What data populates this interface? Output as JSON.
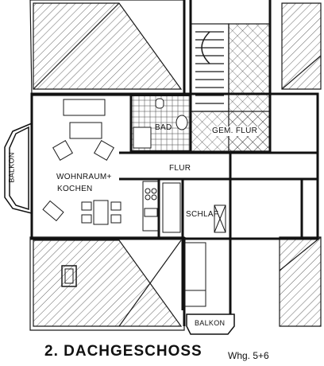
{
  "plan": {
    "rooms": {
      "wohnraum": "WOHNRAUM+",
      "kochen": "KOCHEN",
      "bad": "BAD",
      "gem_flur": "GEM. FLUR",
      "flur": "FLUR",
      "schlaf": "SCHLAF.",
      "balkon_left": "BALKON",
      "balkon_bottom": "BALKON"
    },
    "title": "2. DACHGESCHOSS",
    "unit": "Whg. 5+6"
  },
  "colors": {
    "line": "#1a1a1a",
    "paper": "#ffffff"
  }
}
